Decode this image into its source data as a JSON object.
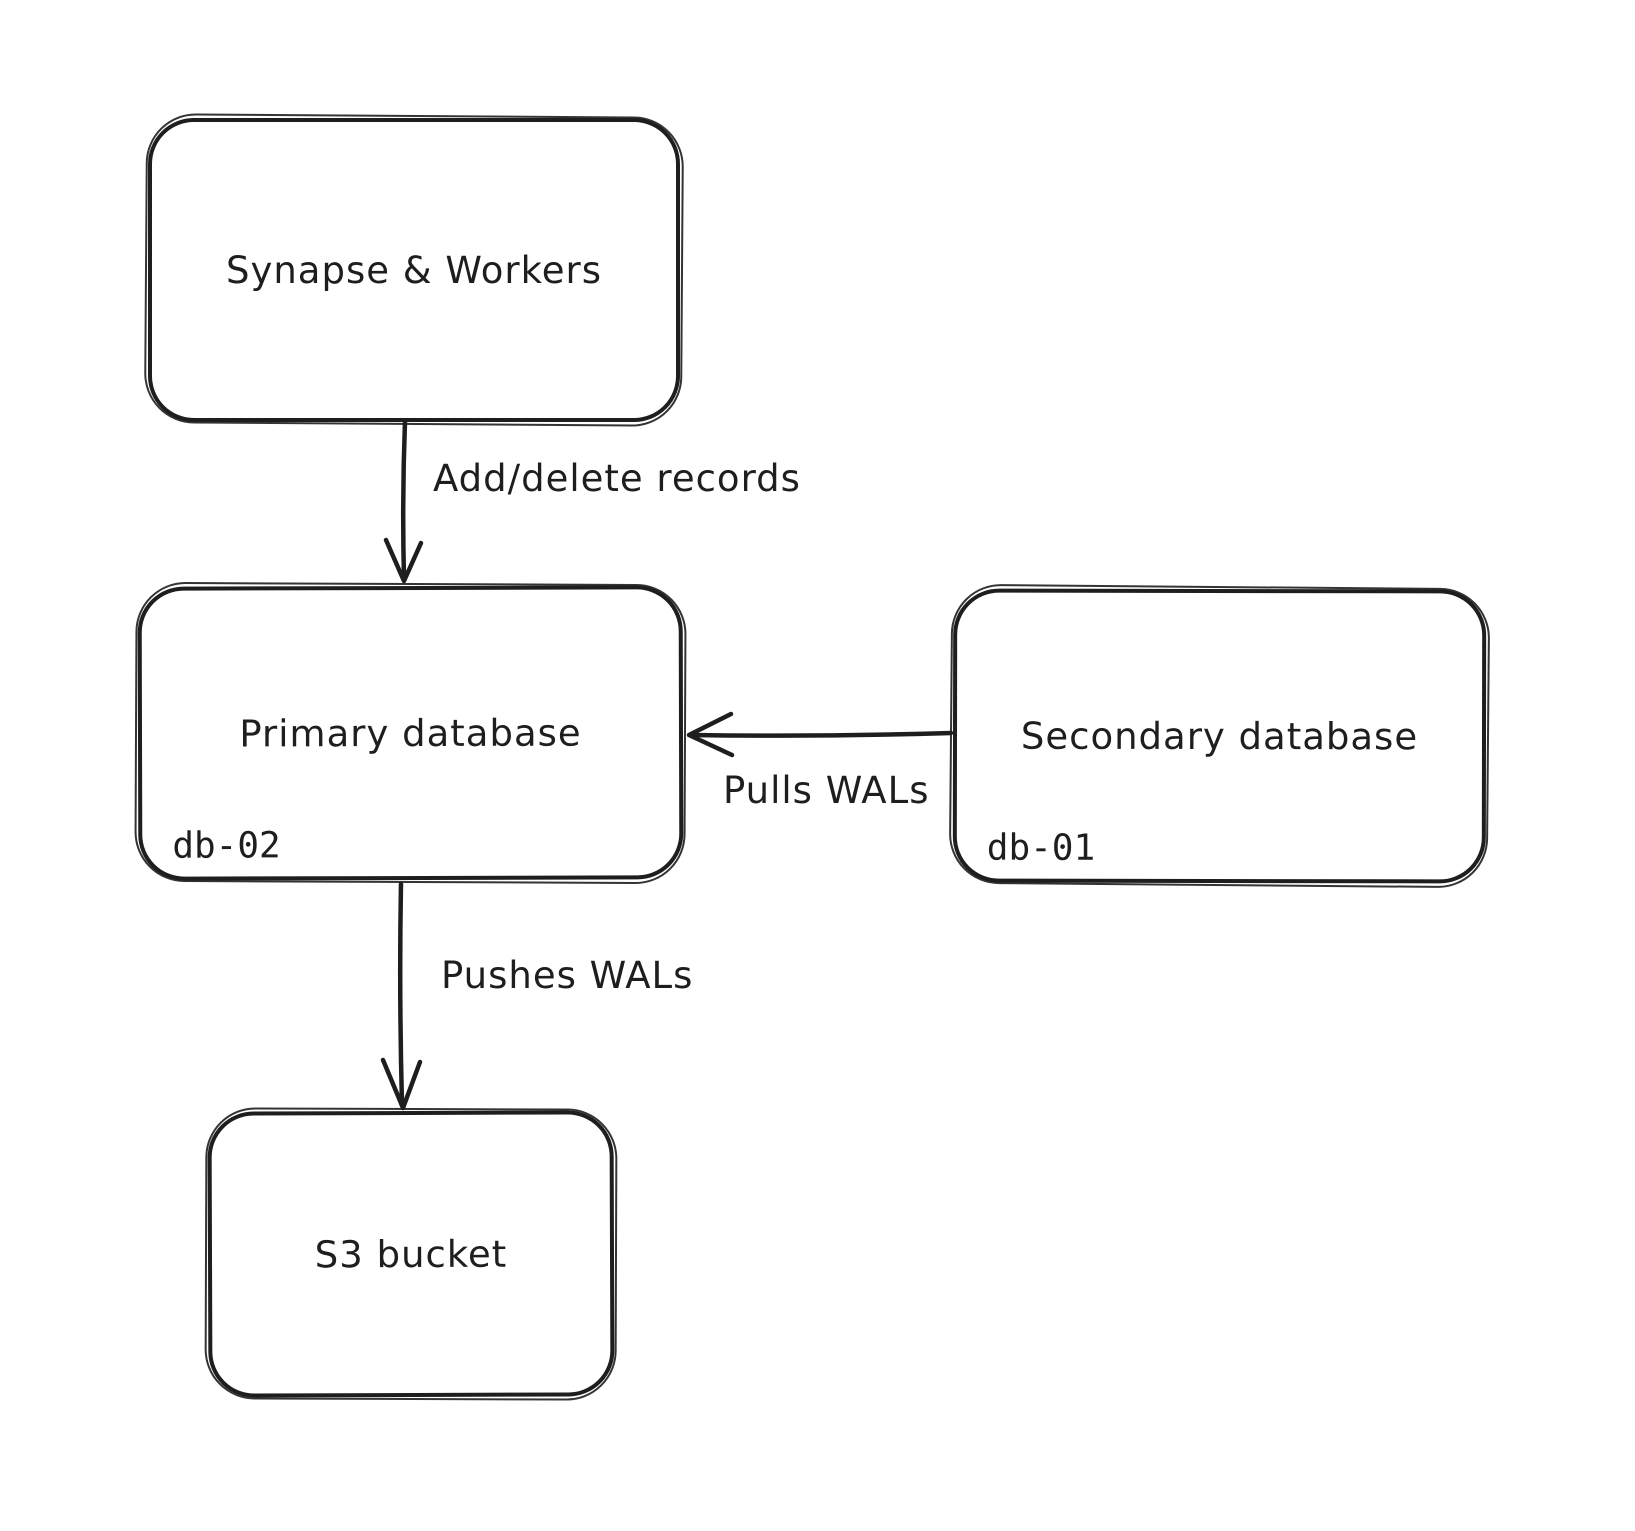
{
  "app": {
    "type": "hand-drawn architecture diagram"
  },
  "theme": {
    "background": "#ffffff",
    "stroke": "#1e1e1e",
    "text": "#1e1e1e"
  },
  "nodes": [
    {
      "label": "Synapse & Workers"
    },
    {
      "label": "Primary database",
      "sublabel": "db-02"
    },
    {
      "label": "Secondary database",
      "sublabel": "db-01"
    },
    {
      "label": "S3 bucket"
    }
  ],
  "edges": [
    {
      "label": "Add/delete records",
      "from": "Synapse & Workers",
      "to": "Primary database",
      "direction": "down"
    },
    {
      "label": "Pulls WALs",
      "from": "Secondary database",
      "to": "Primary database",
      "direction": "left"
    },
    {
      "label": "Pushes WALs",
      "from": "Primary database",
      "to": "S3 bucket",
      "direction": "down"
    }
  ]
}
